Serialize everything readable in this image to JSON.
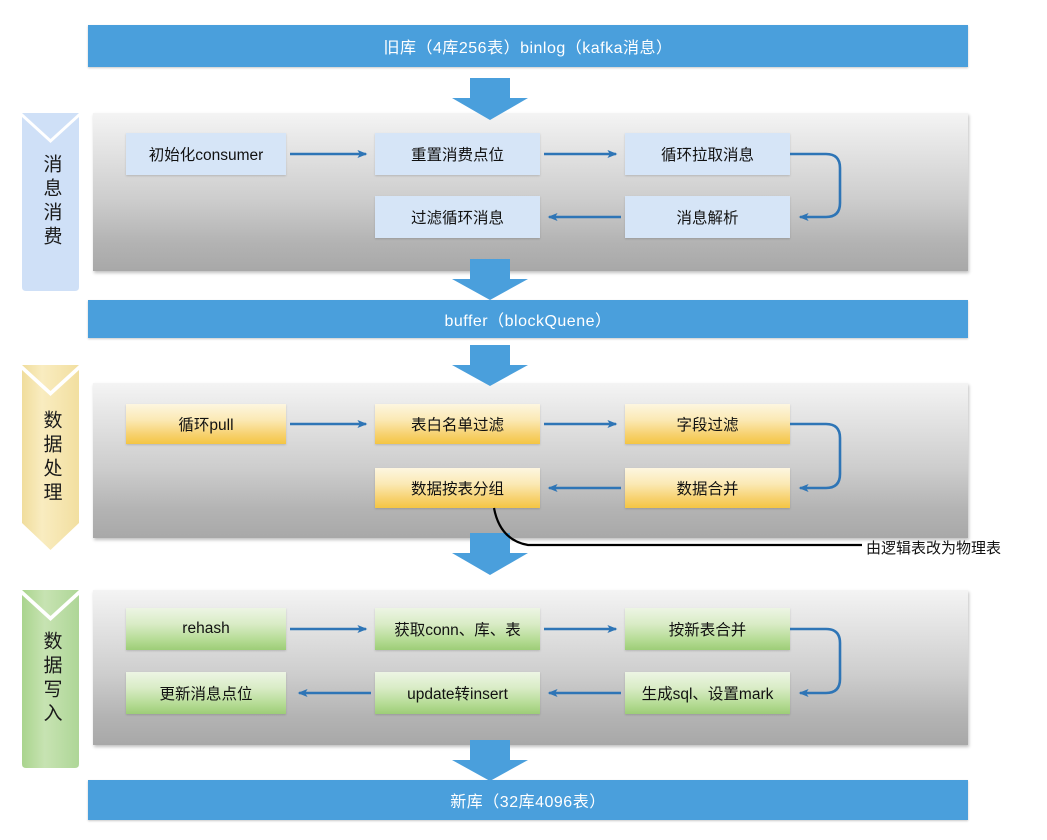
{
  "diagram": {
    "title_top": "旧库（4库256表）binlog（kafka消息）",
    "title_middle": "buffer（blockQuene）",
    "title_bottom": "新库（32库4096表）",
    "annotation": "由逻辑表改为物理表",
    "colors": {
      "banner_blue": "#4a9fdc",
      "arrow_blue": "#2e75b6",
      "step_blue": "#d6e5f7",
      "step_yellow": "#f4c543",
      "step_green": "#9dcd77",
      "panel_gray_top": "#f4f4f4",
      "panel_gray_bottom": "#a8a8a8",
      "chevron_blue": "#cfe0f7",
      "chevron_yellow": "#f5e3a8",
      "chevron_green": "#b8dca0",
      "annotation_line": "#000000"
    },
    "stages": [
      {
        "id": "message-consumption",
        "label": "消息消费",
        "color": "blue",
        "steps": [
          {
            "id": "init-consumer",
            "label": "初始化consumer"
          },
          {
            "id": "reset-offset",
            "label": "重置消费点位"
          },
          {
            "id": "loop-pull-message",
            "label": "循环拉取消息"
          },
          {
            "id": "message-parse",
            "label": "消息解析"
          },
          {
            "id": "filter-loop-message",
            "label": "过滤循环消息"
          }
        ]
      },
      {
        "id": "data-processing",
        "label": "数据处理",
        "color": "yellow",
        "steps": [
          {
            "id": "loop-pull",
            "label": "循环pull"
          },
          {
            "id": "table-whitelist-filter",
            "label": "表白名单过滤"
          },
          {
            "id": "field-filter",
            "label": "字段过滤"
          },
          {
            "id": "data-merge",
            "label": "数据合并"
          },
          {
            "id": "group-by-table",
            "label": "数据按表分组"
          }
        ]
      },
      {
        "id": "data-write",
        "label": "数据写入",
        "color": "green",
        "steps": [
          {
            "id": "rehash",
            "label": "rehash"
          },
          {
            "id": "get-conn-db-table",
            "label": "获取conn、库、表"
          },
          {
            "id": "merge-by-new-table",
            "label": "按新表合并"
          },
          {
            "id": "gen-sql-set-mark",
            "label": "生成sql、设置mark"
          },
          {
            "id": "update-to-insert",
            "label": "update转insert"
          },
          {
            "id": "update-message-offset",
            "label": "更新消息点位"
          }
        ]
      }
    ]
  }
}
